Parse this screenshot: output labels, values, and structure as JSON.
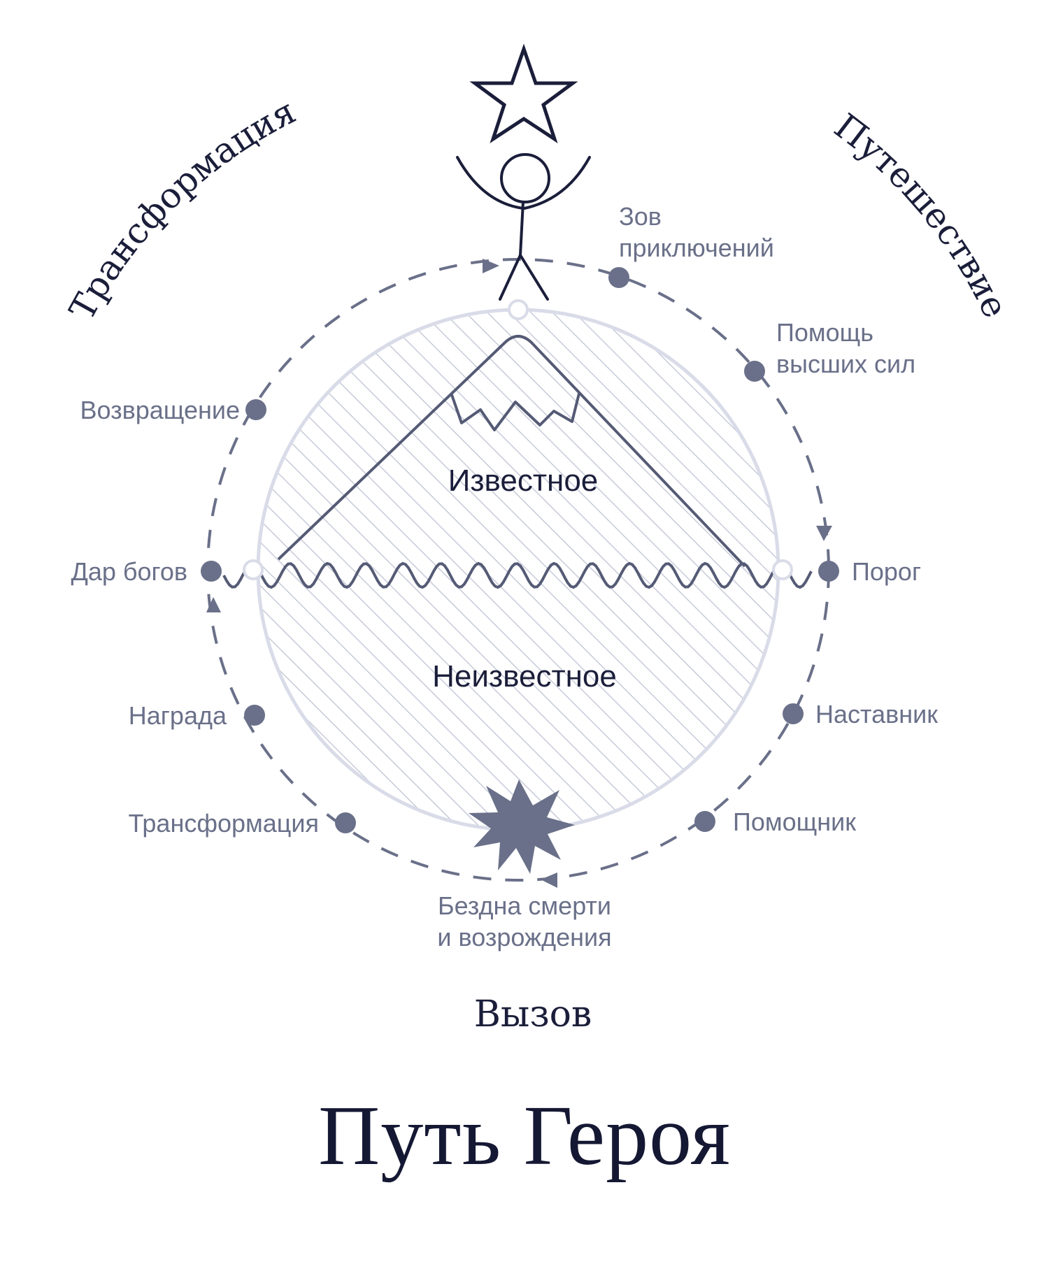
{
  "diagram": {
    "arc_left": "Трансформация",
    "arc_right": "Путешествие",
    "bottom": "Вызов",
    "zones": {
      "known": "Известное",
      "unknown": "Неизвестное"
    },
    "stages": {
      "call_line1": "Зов",
      "call_line2": "приключений",
      "help_line1": "Помощь",
      "help_line2": "высших сил",
      "threshold": "Порог",
      "mentor": "Наставник",
      "helper": "Помощник",
      "abyss_line1": "Бездна смерти",
      "abyss_line2": "и возрождения",
      "transformation": "Трансформация",
      "reward": "Награда",
      "gift": "Дар богов",
      "return": "Возвращение"
    },
    "icons": [
      "star-icon",
      "stick-figure-icon",
      "mountain-icon",
      "burst-icon",
      "wave-line"
    ],
    "colors": {
      "ink": "#1b1e3a",
      "accent": "#6a7089",
      "circle_outline": "#d9dce8",
      "hatch": "#c7cbd9"
    }
  },
  "title": "Путь Героя"
}
